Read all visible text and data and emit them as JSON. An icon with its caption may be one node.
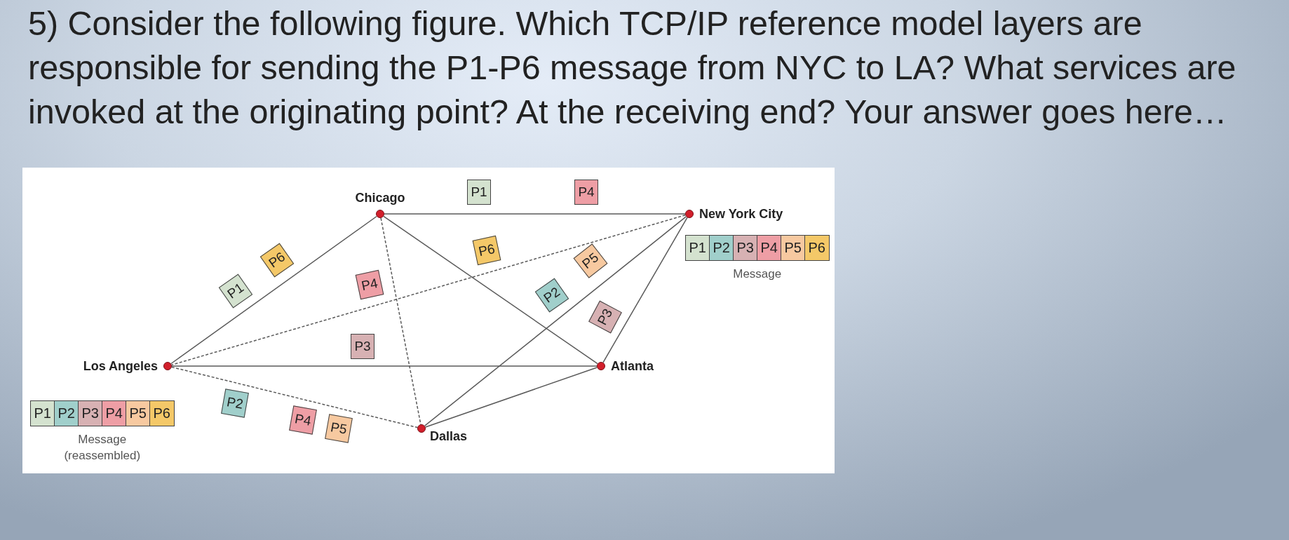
{
  "diagram": {
    "title": "5) Consider the following figure. Which TCP/IP reference model layers are responsible for sending the P1-P6 message from NYC to LA? What services are invoked at the originating point? At the receiving end? Your answer goes here…",
    "nodes": [
      {
        "text": [
          "Chicago"
        ]
      },
      {
        "text": [
          "P1"
        ]
      },
      {
        "text": [
          "P4"
        ]
      },
      {
        "text": [
          "New York City"
        ]
      },
      {
        "text": [
          "Message"
        ]
      },
      {
        "text": [
          "P1"
        ],
        "in": 4
      },
      {
        "text": [
          "P2"
        ],
        "in": 4
      },
      {
        "text": [
          "P3"
        ],
        "in": 4
      },
      {
        "text": [
          "P4"
        ],
        "in": 4
      },
      {
        "text": [
          "P5"
        ],
        "in": 4
      },
      {
        "text": [
          "P6"
        ],
        "in": 4
      },
      {
        "text": [
          "P6"
        ]
      },
      {
        "text": [
          "P1"
        ]
      },
      {
        "text": [
          "P6"
        ]
      },
      {
        "text": [
          "P5"
        ]
      },
      {
        "text": [
          "P4"
        ]
      },
      {
        "text": [
          "P2"
        ]
      },
      {
        "text": [
          "P3"
        ]
      },
      {
        "text": [
          "P3"
        ]
      },
      {
        "text": [
          "Los Angeles"
        ]
      },
      {
        "text": [
          "Atlanta"
        ]
      },
      {
        "text": [
          "Message (reassembled)"
        ]
      },
      {
        "text": [
          "P1"
        ],
        "in": 21
      },
      {
        "text": [
          "P2"
        ],
        "in": 21
      },
      {
        "text": [
          "P3"
        ],
        "in": 21
      },
      {
        "text": [
          "P4"
        ],
        "in": 21
      },
      {
        "text": [
          "P5"
        ],
        "in": 21
      },
      {
        "text": [
          "P6"
        ],
        "in": 21
      },
      {
        "text": [
          "P2"
        ]
      },
      {
        "text": [
          "P4"
        ]
      },
      {
        "text": [
          "P5"
        ]
      },
      {
        "text": [
          "Dallas"
        ]
      }
    ],
    "edges": [
      {
        "from": 0,
        "to": 3,
        "arrow": "none"
      },
      {
        "from": 0,
        "to": 19,
        "arrow": "none"
      },
      {
        "from": 0,
        "to": 31,
        "arrow": "none",
        "style": "dashed"
      },
      {
        "from": 0,
        "to": 20,
        "arrow": "none"
      },
      {
        "from": 3,
        "to": 19,
        "arrow": "none",
        "style": "dashed"
      },
      {
        "from": 3,
        "to": 31,
        "arrow": "none"
      },
      {
        "from": 3,
        "to": 20,
        "arrow": "none"
      },
      {
        "from": 19,
        "to": 20,
        "arrow": "none"
      },
      {
        "from": 19,
        "to": 31,
        "arrow": "none",
        "style": "dashed"
      },
      {
        "from": 31,
        "to": 20,
        "arrow": "none"
      }
    ]
  }
}
